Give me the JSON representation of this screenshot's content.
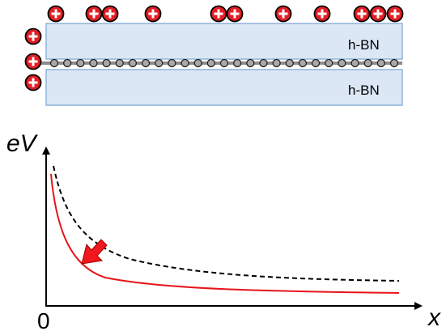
{
  "colors": {
    "layer_fill": "#dbe7f5",
    "layer_stroke": "#8eb4dc",
    "charge_fill": "#e31e24",
    "charge_sign": "#ffffff",
    "graphene_line": "#8c8c8c",
    "graphene_atom": "#a8a8a8",
    "curve_solid": "#e8141a",
    "curve_dashed": "#000000",
    "arrow_fill": "#f0181e",
    "axis": "#000000"
  },
  "layers": {
    "top_label": "h-BN",
    "bottom_label": "h-BN"
  },
  "charges": {
    "sign": "+",
    "top_row_count": 11,
    "left_column_count": 3
  },
  "graphene": {
    "atom_count": 27
  },
  "plot": {
    "y_axis_label": "eV",
    "x_axis_label": "x",
    "origin_label": "0"
  }
}
